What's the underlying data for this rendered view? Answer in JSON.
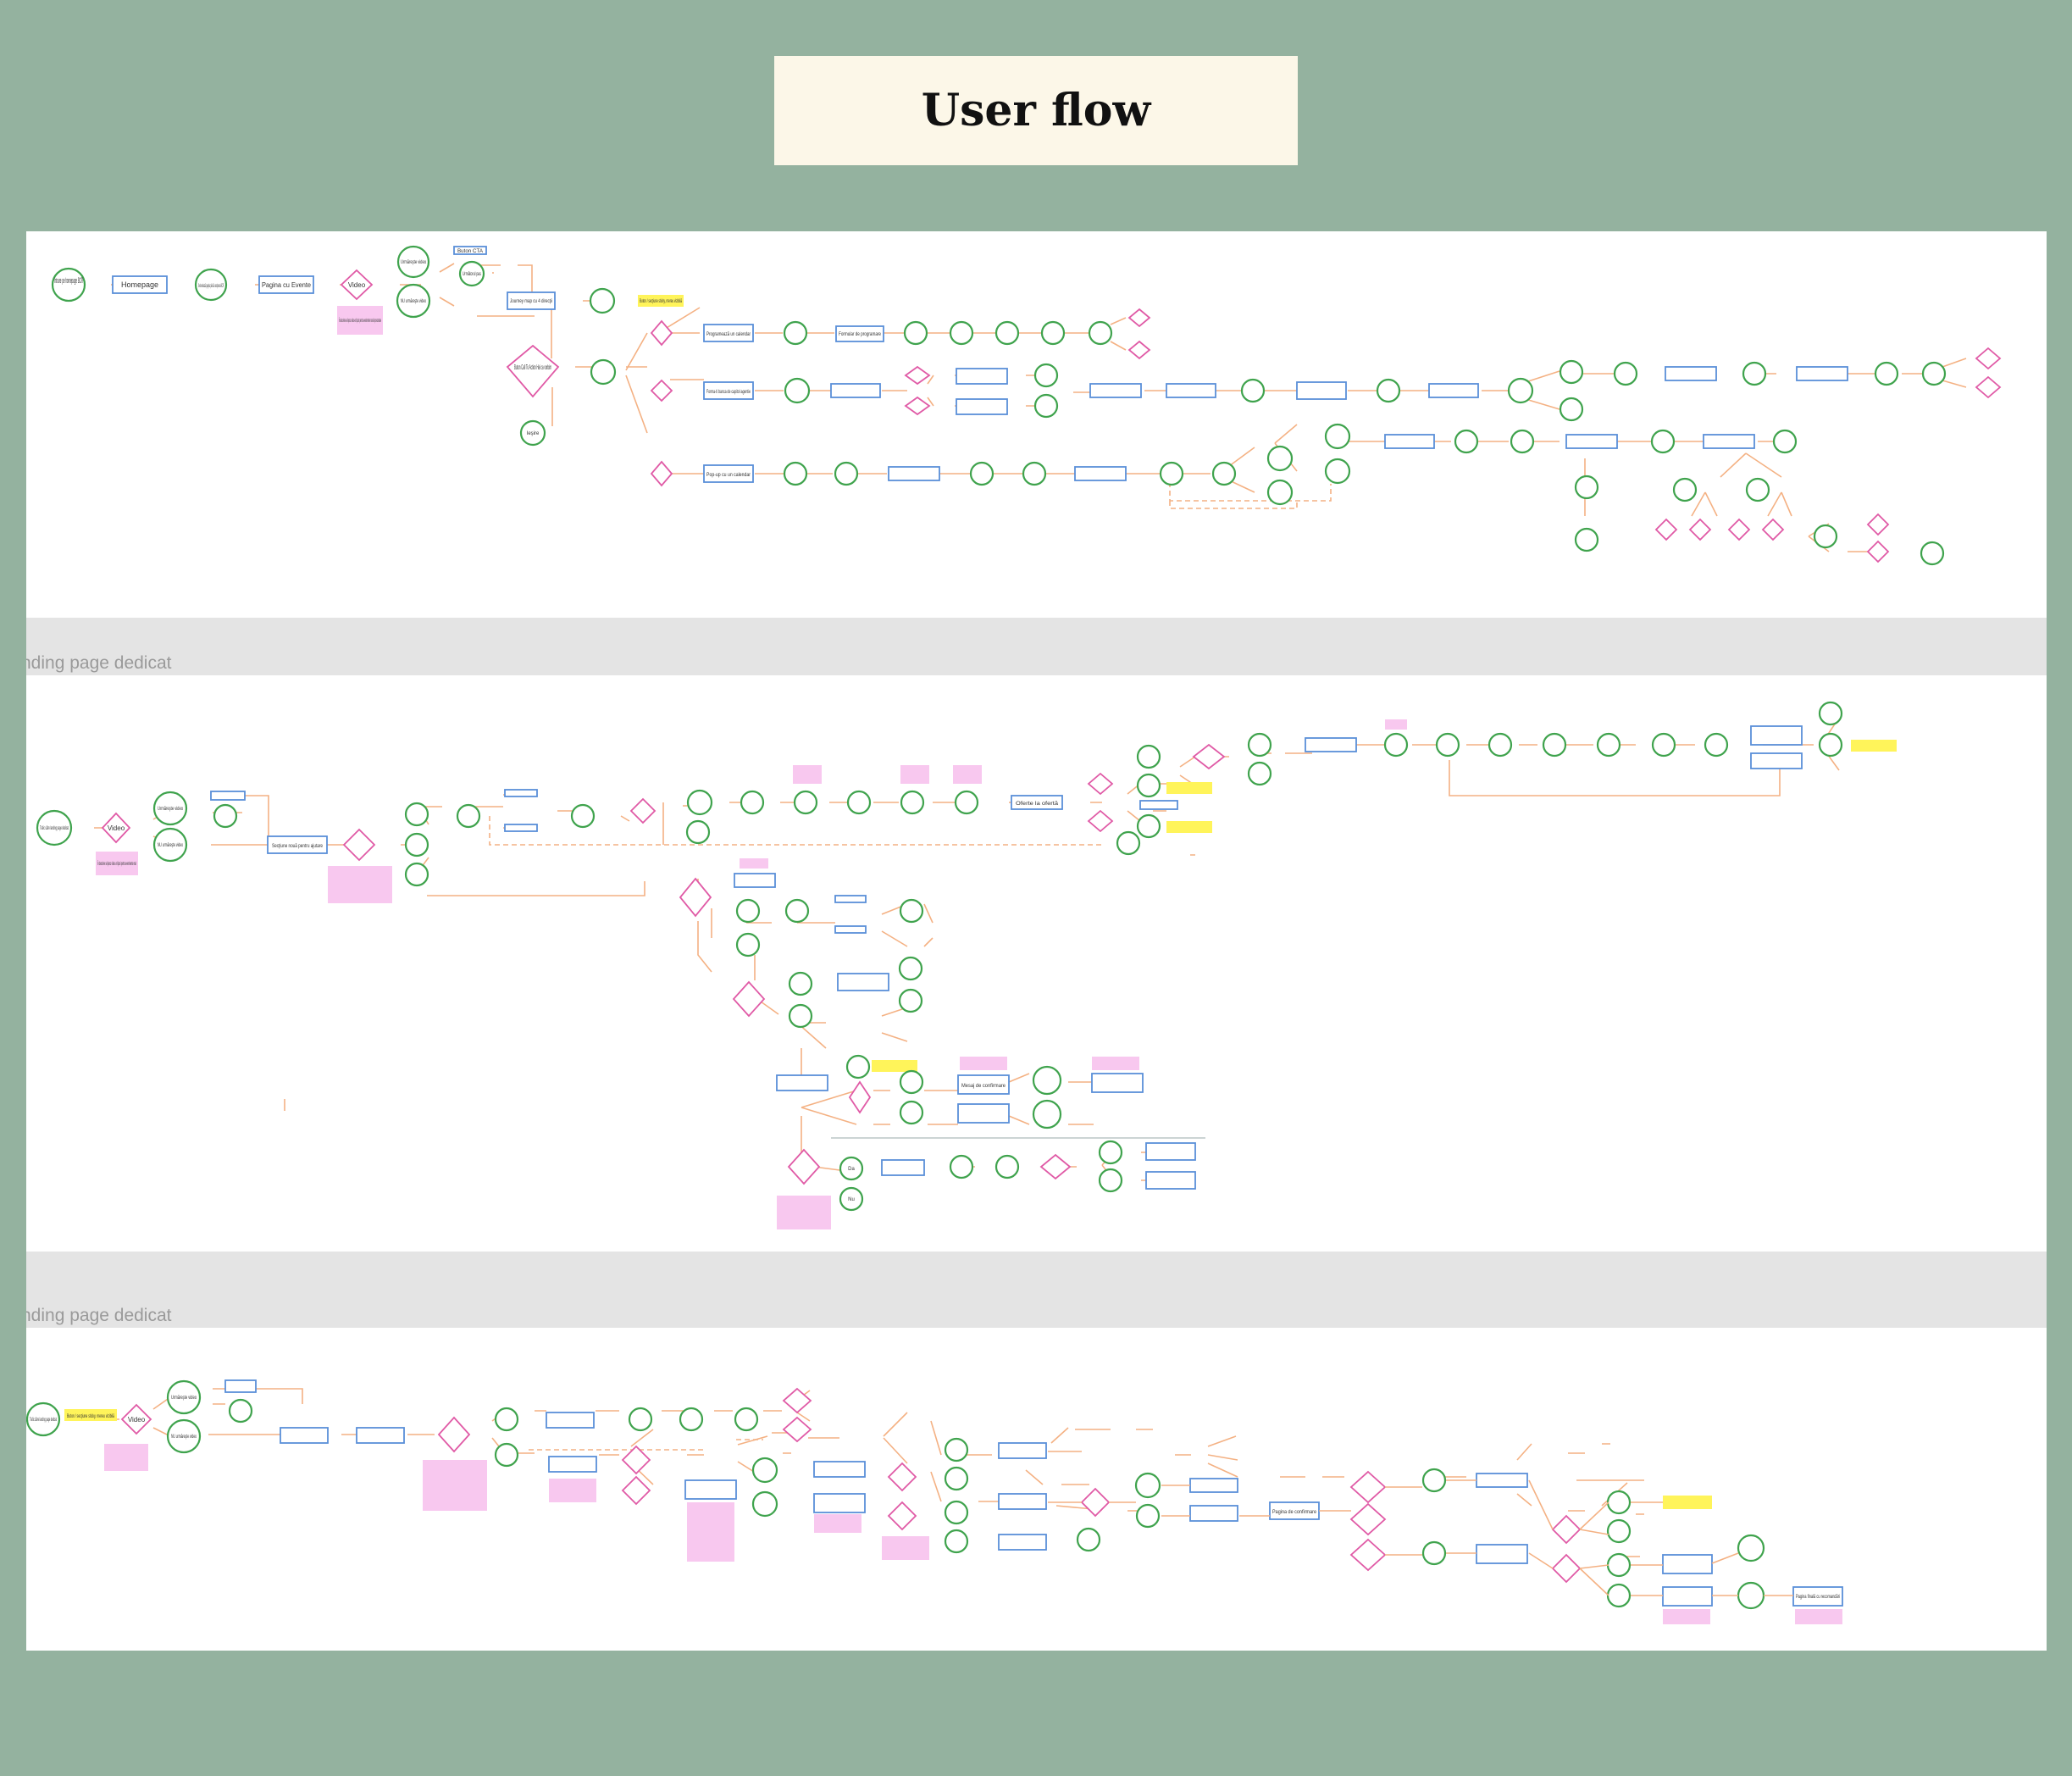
{
  "header": {
    "title": "User flow"
  },
  "separators": [
    {
      "label": "nding page dedicat"
    },
    {
      "label": "nding page dedicat"
    }
  ],
  "flow1": {
    "start": "Intrare pe homepage BCR",
    "homepage": "Homepage",
    "scroll": "Se derulează pagina până la secţiunea BCR",
    "page": "Pagina cu Evente",
    "video": "Video",
    "watch": "Urmăreşte video",
    "nowatch": "NU urmăreşte video",
    "button": "Buton CTA",
    "next": "Următorul pas",
    "journey": "Journey map cu 4 direcţii",
    "cta": "Buton Call To Action Hai ca vorbim",
    "exit": "Ieşire",
    "yellow_note": "Buton / secţiune sticky, mereu vizibilă",
    "pink_note": "În descriere se lipesc video-uri tipuri pentru evenimente mari de prezentare",
    "row_a": "Programează un calendar",
    "row_b": "Forma-ti banca de capitol agentie",
    "row_c": "Pop-up cu un calendar",
    "form": "Formular de programare"
  },
  "flow2": {
    "start": "Trafic către landing page dedicat",
    "video": "Video",
    "watch": "Urmăreşte video",
    "nowatch": "NU urmăreşte video",
    "pink_note": "În descriere se lipesc video-uri tipuri pentru evenimente mari",
    "step1": "Secţiune nouă pentru ajutare",
    "step2": "Oferte la ofertă",
    "confirm": "Mesaj de confirmare",
    "yes": "Da",
    "no": "Nu"
  },
  "flow3": {
    "start": "Trafic către landing page dedicat",
    "yellow_note": "Buton / secţiune sticky, mereu vizibilă",
    "video": "Video",
    "watch": "Urmăreşte video",
    "nowatch": "NU urmăreşte video",
    "confirm": "Pagina de confirmare",
    "final": "Pagina finală cu recomandări"
  }
}
